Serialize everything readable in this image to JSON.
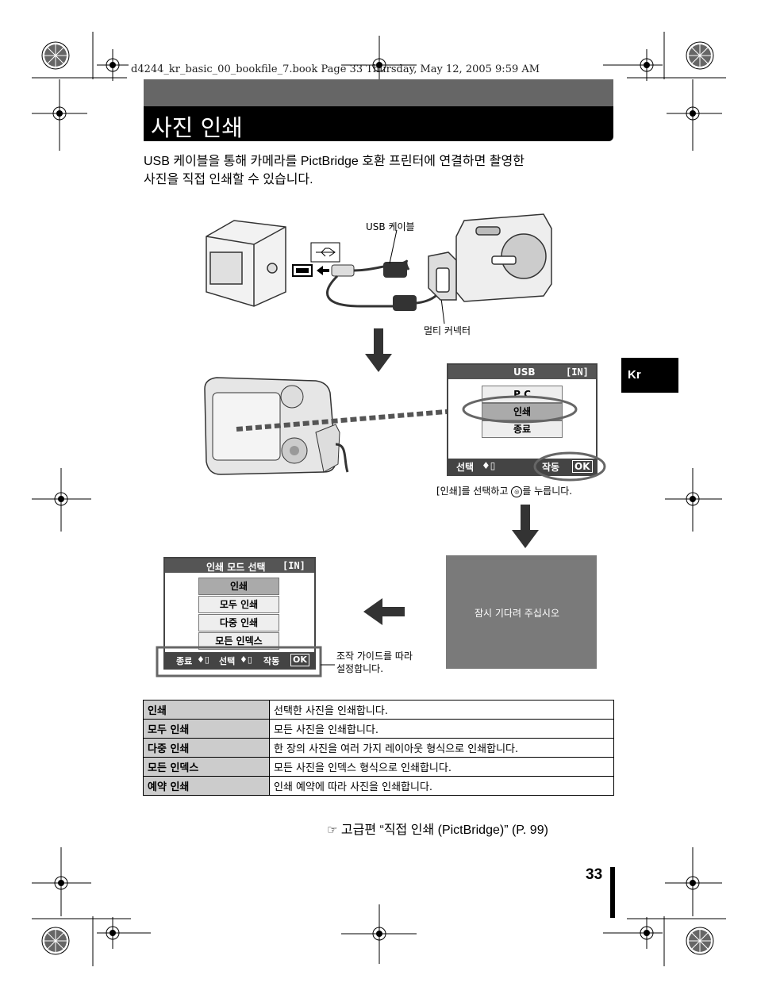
{
  "header": {
    "file_line": "d4244_kr_basic_00_bookfile_7.book  Page 33  Thursday, May 12, 2005  9:59 AM"
  },
  "title": "사진 인쇄",
  "intro": {
    "line1": "USB 케이블을 통해 카메라를 PictBridge 호환 프린터에 연결하면 촬영한",
    "line2": "사진을 직접 인쇄할 수 있습니다."
  },
  "diagram": {
    "usb_cable_label": "USB 케이블",
    "multi_connector_label": "멀티 커넥터",
    "select_instruction": "[인쇄]를 선택하고 ",
    "select_instruction_end": "를 누릅니다.",
    "guide_line1": "조작 가이드를 따라",
    "guide_line2": "설정합니다."
  },
  "usb_screen": {
    "title": "USB",
    "mode": "[IN]",
    "options": [
      "P C",
      "인쇄",
      "종료"
    ],
    "footer_left": "선택",
    "footer_right": "작동",
    "ok": "OK"
  },
  "wait_screen": {
    "text": "잠시 기다려 주십시오"
  },
  "print_mode_screen": {
    "title": "인쇄 모드 선택",
    "mode": "[IN]",
    "options": [
      "인쇄",
      "모두 인쇄",
      "다중 인쇄",
      "모든 인덱스"
    ],
    "footer_exit": "종료",
    "footer_select": "선택",
    "footer_go": "작동",
    "ok": "OK"
  },
  "side_tab": "Kr",
  "table": {
    "rows": [
      {
        "key": "인쇄",
        "desc": "선택한 사진을 인쇄합니다."
      },
      {
        "key": "모두 인쇄",
        "desc": "모든 사진을 인쇄합니다."
      },
      {
        "key": "다중 인쇄",
        "desc": "한 장의 사진을 여러 가지 레이아웃 형식으로 인쇄합니다."
      },
      {
        "key": "모든 인덱스",
        "desc": "모든 사진을 인덱스 형식으로 인쇄합니다."
      },
      {
        "key": "예약 인쇄",
        "desc": "인쇄 예약에 따라 사진을 인쇄합니다."
      }
    ]
  },
  "reference": {
    "text": "고급편 “직접 인쇄 (PictBridge)” (P. 99)",
    "icon": "reference-hand-icon"
  },
  "page_number": "33"
}
